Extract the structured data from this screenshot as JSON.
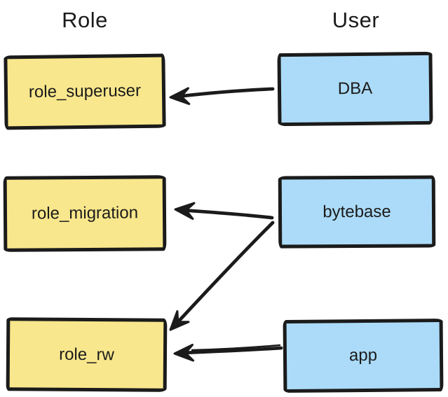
{
  "diagram": {
    "columns": {
      "left_title": "Role",
      "right_title": "User"
    },
    "roles": [
      {
        "label": "role_superuser"
      },
      {
        "label": "role_migration"
      },
      {
        "label": "role_rw"
      }
    ],
    "users": [
      {
        "label": "DBA"
      },
      {
        "label": "bytebase"
      },
      {
        "label": "app"
      }
    ],
    "edges": [
      {
        "from": "DBA",
        "to": "role_superuser"
      },
      {
        "from": "bytebase",
        "to": "role_migration"
      },
      {
        "from": "bytebase",
        "to": "role_rw"
      },
      {
        "from": "app",
        "to": "role_rw"
      }
    ],
    "colors": {
      "role_fill": "#F8E78C",
      "user_fill": "#ABDBF8",
      "stroke": "#1B1B1B",
      "background": "#FFFFFF"
    }
  }
}
